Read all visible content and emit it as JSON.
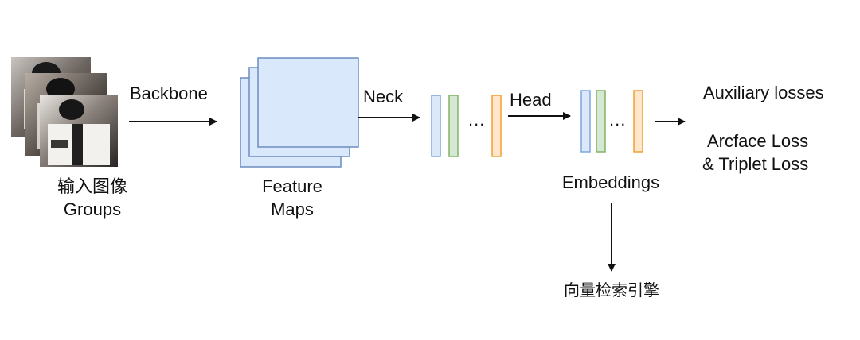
{
  "input": {
    "label_cn": "输入图像",
    "label_en": "Groups"
  },
  "backbone": {
    "label": "Backbone"
  },
  "feature_maps": {
    "line1": "Feature",
    "line2": "Maps"
  },
  "neck": {
    "label": "Neck"
  },
  "head": {
    "label": "Head"
  },
  "dots": {
    "label": "..."
  },
  "embeddings": {
    "label": "Embeddings"
  },
  "losses": {
    "auxiliary": "Auxiliary losses",
    "arcface": "Arcface Loss",
    "triplet": "& Triplet Loss"
  },
  "search_engine": {
    "label": "向量检索引擎"
  },
  "colors": {
    "bar_blue_fill": "#dce8fa",
    "bar_blue_stroke": "#7ea6e0",
    "bar_green_fill": "#d5e8d4",
    "bar_green_stroke": "#82b366",
    "bar_orange_fill": "#ffe6cc",
    "bar_orange_stroke": "#f0a030",
    "feature_fill": "#dae8fc",
    "feature_stroke": "#6c8ebf",
    "arrow": "#111111"
  }
}
